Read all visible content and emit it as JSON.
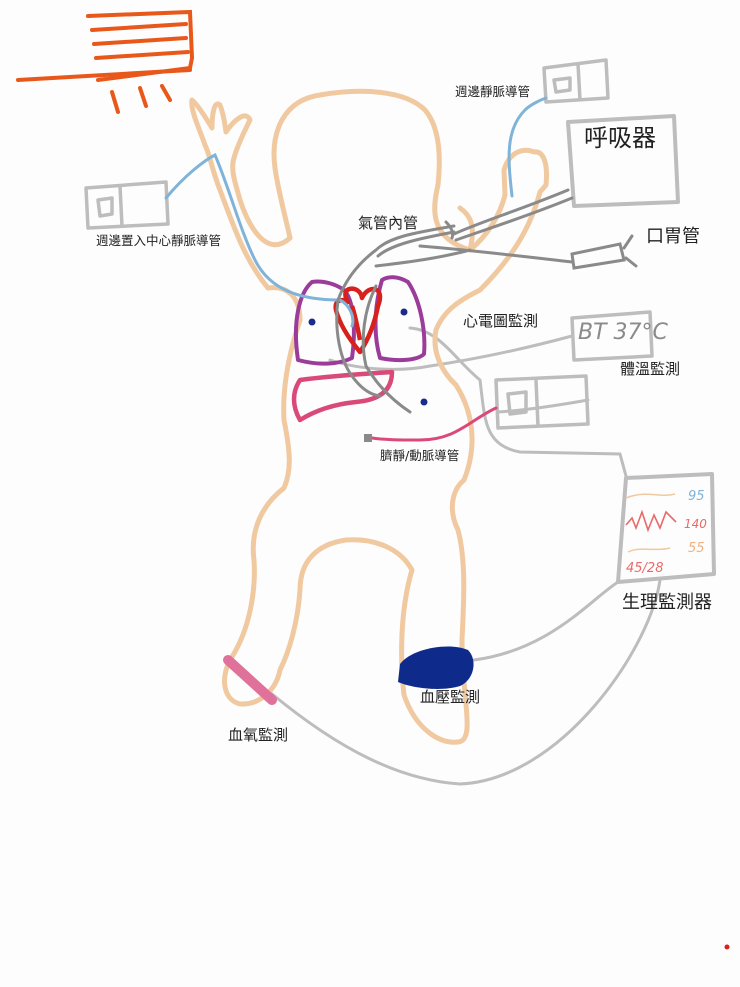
{
  "labels": {
    "peripheral_iv": "週邊靜脈導管",
    "picc": "週邊置入中心靜脈導管",
    "ventilator": "呼吸器",
    "endotracheal_tube": "氣管內管",
    "orogastric_tube": "口胃管",
    "ecg_monitor": "心電圖監測",
    "temp_monitor": "體溫監測",
    "umbilical_catheter": "臍靜/動脈導管",
    "physio_monitor": "生理監測器",
    "bp_monitor": "血壓監測",
    "spo2_monitor": "血氧監測"
  },
  "readouts": {
    "temperature": "BT 37°C",
    "monitor_spo2": "95",
    "monitor_hr": "140",
    "monitor_rr": "55",
    "monitor_bp": "45/28"
  },
  "colors": {
    "body_outline": "#f0c9a0",
    "iv_line": "#7fb3d8",
    "device_gray": "#bdbdbd",
    "tube_dark": "#8a8a8a",
    "heart": "#d8201c",
    "lungs": "#9b3c9b",
    "umbilical": "#d94a78",
    "bp_cuff": "#0e2b8c",
    "spo2_probe": "#e0719a",
    "warmer": "#e8581a",
    "dot": "#1a2b8c"
  }
}
